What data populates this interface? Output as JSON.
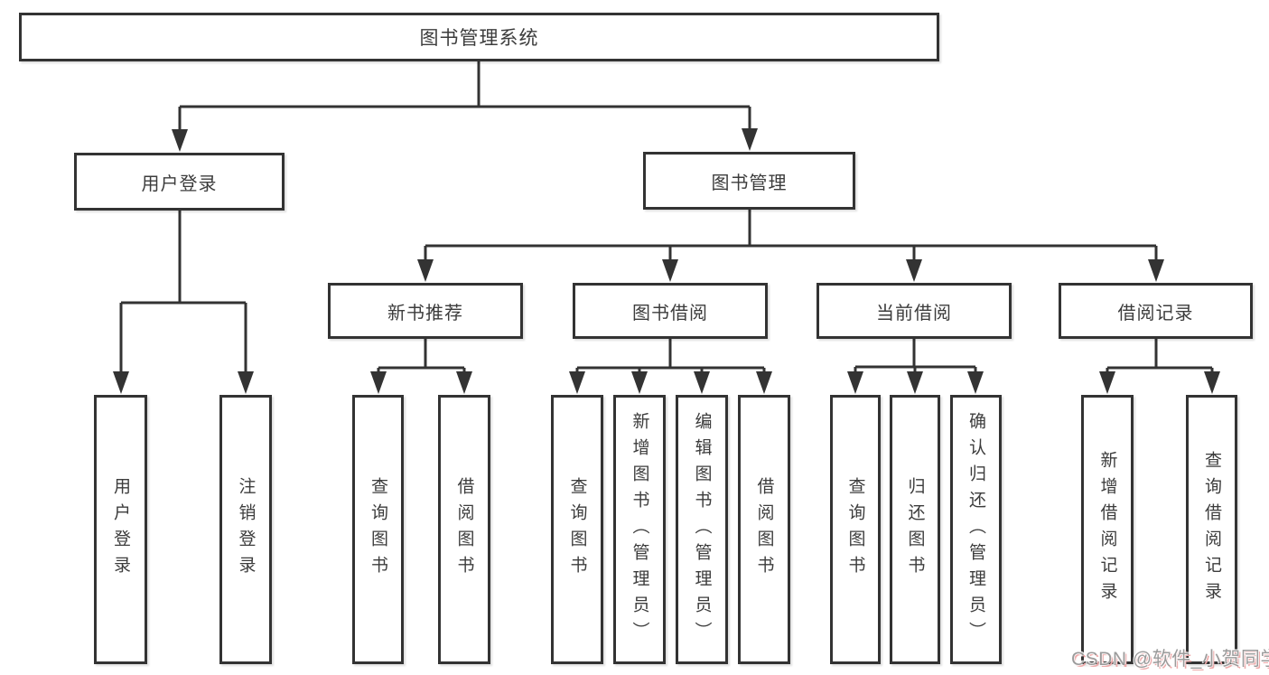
{
  "diagram": {
    "title": "图书管理系统",
    "watermark": "CSDN @软件_小贺同学",
    "colors": {
      "background": "#ffffff",
      "line": "#333333",
      "box_border": "#333333",
      "box_background": "#ffffff",
      "text": "#3c3c3c",
      "watermark_text": "#9b9b9b",
      "watermark_shadow": "#eeaaaa"
    },
    "tree": {
      "root": {
        "label": "图书管理系统"
      },
      "level2": [
        {
          "label": "用户登录"
        },
        {
          "label": "图书管理"
        }
      ],
      "level3": [
        {
          "label": "新书推荐"
        },
        {
          "label": "图书借阅"
        },
        {
          "label": "当前借阅"
        },
        {
          "label": "借阅记录"
        }
      ],
      "level4": {
        "user_login": [
          {
            "label": "用户登录"
          },
          {
            "label": "注销登录"
          }
        ],
        "new_book_recommend": [
          {
            "label": "查询图书"
          },
          {
            "label": "借阅图书"
          }
        ],
        "book_borrow": [
          {
            "label": "查询图书"
          },
          {
            "label": "新增图书（管理员）"
          },
          {
            "label": "编辑图书（管理员）"
          },
          {
            "label": "借阅图书"
          }
        ],
        "current_borrow": [
          {
            "label": "查询图书"
          },
          {
            "label": "归还图书"
          },
          {
            "label": "确认归还（管理员）"
          }
        ],
        "borrow_records": [
          {
            "label": "新增借阅记录"
          },
          {
            "label": "查询借阅记录"
          }
        ]
      }
    }
  }
}
